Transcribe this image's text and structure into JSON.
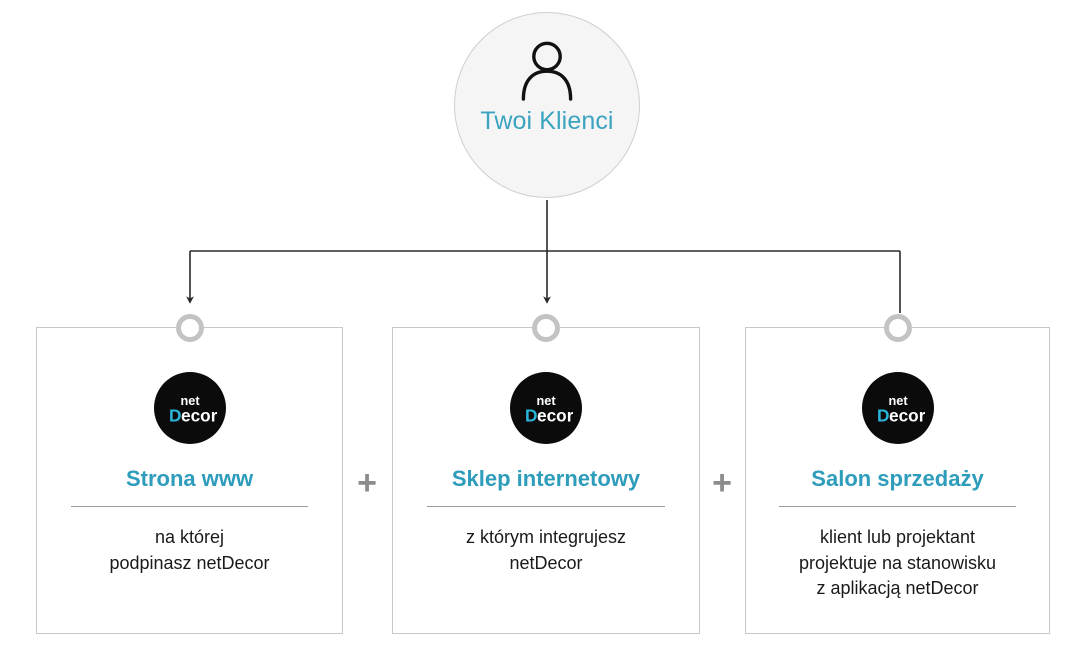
{
  "diagram": {
    "title": "netDecor sales channels diagram",
    "colors": {
      "accent_teal": "#3ba3c0",
      "heading_teal": "#2e9cbb",
      "logo_cyan": "#29b6d8",
      "card_border_gray": "#c8c8c8",
      "node_ring_gray": "#c3c3c3",
      "connector_black": "#2a2a2a",
      "divider_gray": "#9c9c9c",
      "actor_fill": "#f5f5f5",
      "logo_bg": "#0b0b0b",
      "body_text": "#1a1a1a",
      "plus_gray": "#8c8c8c"
    }
  },
  "actor": {
    "label": "Twoi Klienci",
    "icon": "person-icon"
  },
  "separators": [
    {
      "symbol": "+"
    },
    {
      "symbol": "+"
    }
  ],
  "logo": {
    "top_text": "net",
    "bottom_text": "Decor",
    "bottom_initial": "D",
    "bottom_rest": "ecor"
  },
  "cards": [
    {
      "id": "strona-www",
      "title": "Strona www",
      "body": "na której\npodpinasz netDecor",
      "logo_alt": "netDecor logo",
      "has_arrow": true
    },
    {
      "id": "sklep-internetowy",
      "title": "Sklep internetowy",
      "body": "z którym integrujesz\nnetDecor",
      "logo_alt": "netDecor logo",
      "has_arrow": true
    },
    {
      "id": "salon-sprzedazy",
      "title": "Salon sprzedaży",
      "body": "klient lub projektant\nprojektuje na stanowisku\nz aplikacją netDecor",
      "logo_alt": "netDecor logo",
      "has_arrow": false
    }
  ]
}
